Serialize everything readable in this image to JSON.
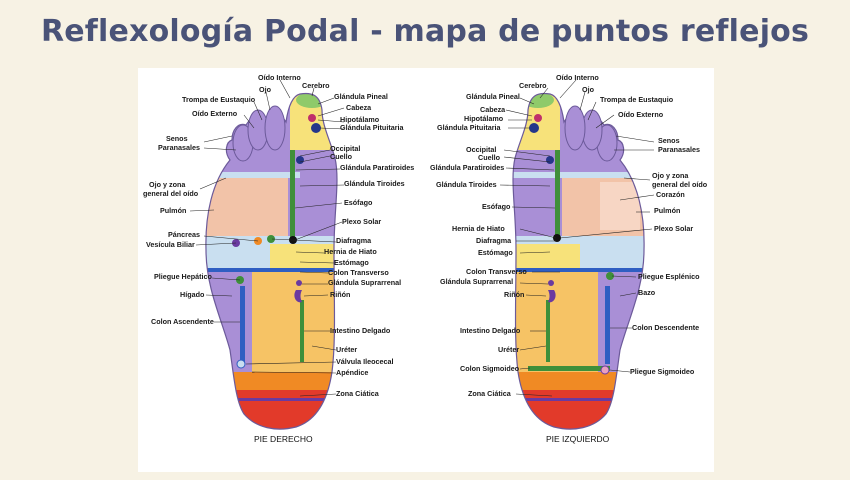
{
  "title": "Reflexología Podal - mapa de puntos reflejos",
  "right_foot": {
    "caption": "PIE DERECHO",
    "labels": {
      "oido_interno": "Oído Interno",
      "cerebro": "Cerebro",
      "ojo": "Ojo",
      "glandula_pineal": "Glándula Pineal",
      "trompa": "Trompa de Eustaquio",
      "cabeza": "Cabeza",
      "oido_externo": "Oído Externo",
      "hipotalamo": "Hipotálamo",
      "pituitaria": "Glándula Pituitaria",
      "senos": [
        "Senos",
        "Paranasales"
      ],
      "occipital": "Occipital",
      "cuello": "Cuello",
      "paratiroides": "Glándula Paratiroides",
      "ojo_zona": [
        "Ojo y zona",
        "general del oído"
      ],
      "tiroides": "Glándula Tiroides",
      "esofago": "Esófago",
      "pulmon": "Pulmón",
      "plexo_solar": "Plexo Solar",
      "pancreas": "Páncreas",
      "vesicula": "Vesícula Biliar",
      "diafragma": "Diafragma",
      "hernia": "Hernia de Hiato",
      "estomago": "Estómago",
      "pliegue_hepatico": "Pliegue Hepático",
      "colon_transverso": "Colon Transverso",
      "suprarrenal": "Glándula Suprarrenal",
      "higado": "Hígado",
      "rinon": "Riñón",
      "colon_ascendente": "Colon Ascendente",
      "intestino": "Intestino Delgado",
      "ureter": "Uréter",
      "valvula": "Válvula Ileocecal",
      "apendice": "Apéndice",
      "zona_ciatica": "Zona Ciática"
    }
  },
  "left_foot": {
    "caption": "PIE IZQUIERDO",
    "labels": {
      "cerebro": "Cerebro",
      "oido_interno": "Oído Interno",
      "ojo": "Ojo",
      "glandula_pineal": "Glándula Pineal",
      "trompa": "Trompa de Eustaquio",
      "cabeza": "Cabeza",
      "hipotalamo": "Hipotálamo",
      "oido_externo": "Oído Externo",
      "pituitaria": "Glándula Pituitaria",
      "senos": [
        "Senos",
        "Paranasales"
      ],
      "occipital": "Occipital",
      "cuello": "Cuello",
      "paratiroides": "Glándula Paratiroides",
      "ojo_zona": [
        "Ojo y zona",
        "general del oído"
      ],
      "tiroides": "Glándula Tiroides",
      "corazon": "Corazón",
      "esofago": "Esófago",
      "pulmon": "Pulmón",
      "hernia": "Hernia de Hiato",
      "plexo_solar": "Plexo Solar",
      "diafragma": "Diafragma",
      "estomago": "Estómago",
      "colon_transverso": "Colon Transverso",
      "pliegue_esplenico": "Pliegue Esplénico",
      "suprarrenal": "Glándula Suprarrenal",
      "bazo": "Bazo",
      "rinon": "Riñón",
      "intestino": "Intestino Delgado",
      "colon_descendente": "Colon Descendente",
      "ureter": "Uréter",
      "colon_sigmoideo": "Colon Sigmoideo",
      "pliegue_sigmoideo": "Pliegue Sigmoideo",
      "zona_ciatica": "Zona Ciática"
    }
  },
  "colors": {
    "title": "#4a5378",
    "background": "#f7f2e4",
    "purple": "#a98fd6",
    "salmon": "#f2c3a8",
    "orange_yellow": "#f6c365",
    "yellow": "#f7e27a",
    "light_blue": "#c9dff0",
    "blue_line": "#2f5ec2",
    "green_line": "#3f8f3a",
    "heel_orange": "#f08a24",
    "heel_red": "#e23a2a"
  }
}
